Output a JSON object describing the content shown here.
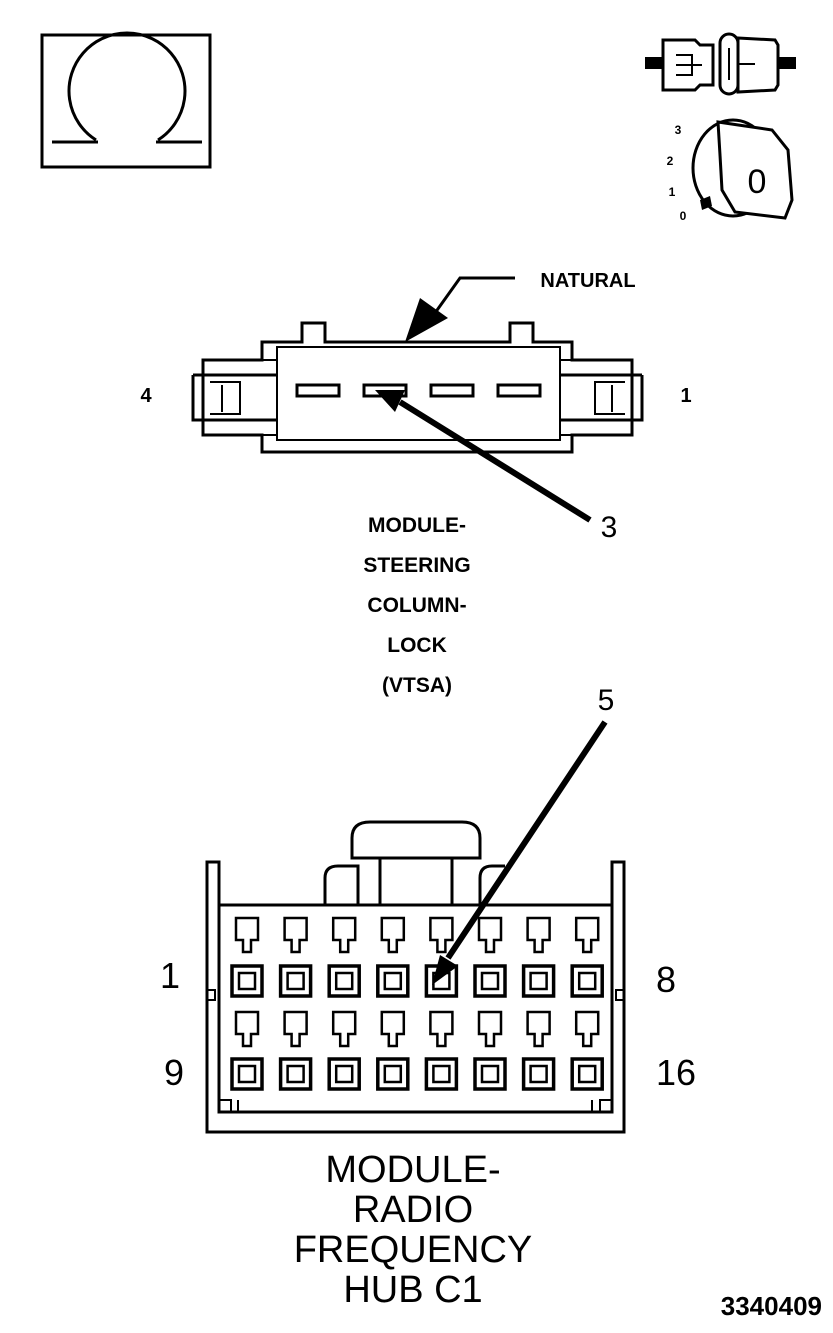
{
  "ohmmeter": {
    "icon": "ohm-symbol-icon"
  },
  "ignition": {
    "connector_icon": "disconnected-connector-icon",
    "key_icon": "ignition-key-icon",
    "key_positions": [
      "3",
      "2",
      "1",
      "0"
    ],
    "key_label": "0"
  },
  "vtsa_connector": {
    "color_label": "NATURAL",
    "pin_left": "4",
    "pin_right": "1",
    "callout": "3",
    "title_lines": [
      "MODULE-",
      "STEERING",
      "COLUMN-",
      "LOCK",
      "(VTSA)"
    ]
  },
  "rf_hub_connector": {
    "callout": "5",
    "pin_top_left": "1",
    "pin_top_right": "8",
    "pin_bottom_left": "9",
    "pin_bottom_right": "16",
    "title_lines": [
      "MODULE-",
      "RADIO",
      "FREQUENCY",
      "HUB C1"
    ]
  },
  "figure_number": "3340409"
}
